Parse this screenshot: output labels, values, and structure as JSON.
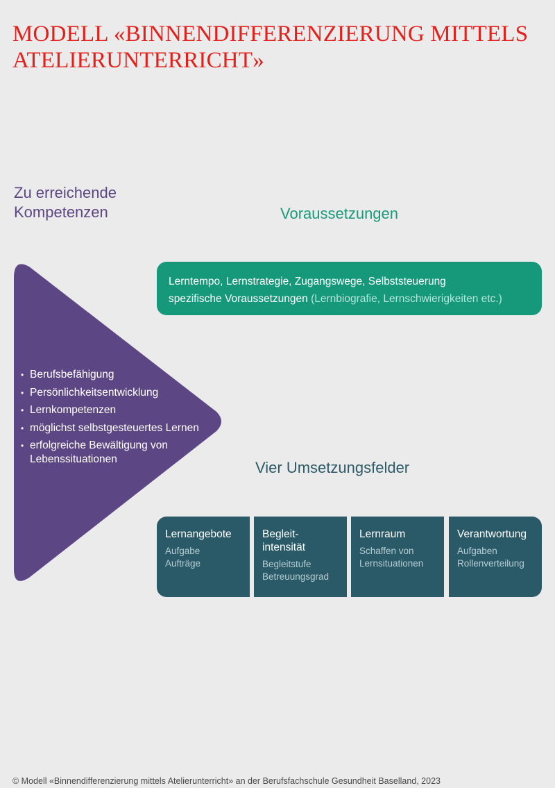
{
  "title": {
    "line1": "MODELL «BINNENDIFFERENZIERUNG MITTELS",
    "line2": "ATELIERUNTERRICHT»"
  },
  "kompetenzen": {
    "heading_line1": "Zu erreichende",
    "heading_line2": "Kompetenzen",
    "items": [
      "Berufsbefähigung",
      "Persönlichkeitsentwicklung",
      "Lernkompetenzen",
      "möglichst selbstgesteuertes Lernen",
      "erfolgreiche Bewältigung von Lebenssituationen"
    ]
  },
  "voraussetzungen": {
    "heading": "Voraussetzungen",
    "line1": "Lerntempo, Lernstrategie, Zugangswege, Selbststeuerung",
    "line2_main": "spezifische Voraussetzungen",
    "line2_muted": " (Lernbiografie, Lernschwierigkeiten etc.)"
  },
  "umsetzungsfelder": {
    "heading": "Vier Umsetzungsfelder",
    "fields": [
      {
        "title": [
          "Lernangebote"
        ],
        "items": [
          "Aufgabe",
          "Aufträge"
        ]
      },
      {
        "title": [
          "Begleit-",
          "intensität"
        ],
        "items": [
          "Begleitstufe",
          "Betreuungsgrad"
        ]
      },
      {
        "title": [
          "Lernraum"
        ],
        "items": [
          "Schaffen von",
          "Lernsituationen"
        ]
      },
      {
        "title": [
          "Verantwortung"
        ],
        "items": [
          "Aufgaben",
          "Rollenverteilung"
        ]
      }
    ]
  },
  "footer": "© Modell «Binnendifferenzierung mittels Atelierunterricht» an der Berufsfachschule Gesundheit Baselland, 2023",
  "colors": {
    "background": "#ebebeb",
    "title_red": "#e3201b",
    "purple": "#5c4683",
    "green": "#16997a",
    "teal": "#2a5a68"
  }
}
